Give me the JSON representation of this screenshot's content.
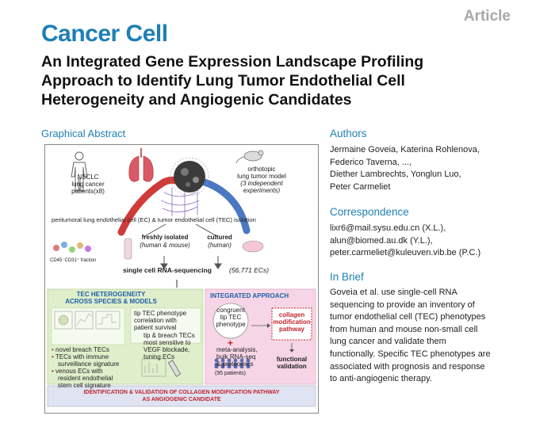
{
  "journal": "Cancer Cell",
  "article_type": "Article",
  "title_lines": [
    "An Integrated Gene Expression Landscape Profiling",
    "Approach to Identify Lung Tumor Endothelial Cell",
    "Heterogeneity and Angiogenic Candidates"
  ],
  "graphical_abstract": {
    "heading": "Graphical Abstract",
    "nsclc": [
      "NSCLC",
      "lung cancer",
      "patients(x8)"
    ],
    "orthotopic": [
      "orthotopic",
      "lung tumor model"
    ],
    "experiments": [
      "(3 independent",
      "experiments)"
    ],
    "isolation": "peritumoral lung endothelial cell (EC) & tumor endothelial cell (TEC) isolation",
    "freshly_isolated": "freshly isolated",
    "human_mouse": "(human & mouse)",
    "cultured": "cultured",
    "human": "(human)",
    "fraction": "CD45⁻CD31⁺ fraction",
    "sequencing": "single cell RNA-sequencing",
    "ec_count": "(56,771 ECs)",
    "tec_heterogeneity": [
      "TEC HETEROGENEITY",
      "ACROSS SPECIES & MODELS"
    ],
    "integrated": "INTEGRATED APPROACH",
    "tip_correlation": [
      "tip TEC phenotype",
      "correlation with",
      "patient survival"
    ],
    "bullets": [
      "novel breach TECs",
      "TECs with immune",
      "surveillance signature",
      "venous ECs with",
      "resident endothelial",
      "stem cell signature"
    ],
    "vegf": [
      "tip & breach TECs",
      "most sensitive to",
      "VEGF blockade,",
      "tuning ECs"
    ],
    "congruent": [
      "congruent",
      "tip TEC",
      "phenotype"
    ],
    "plus": "+",
    "meta": [
      "meta-analysis,",
      "bulk RNA-seq",
      "& proteomics"
    ],
    "patients95": "(95 patients)",
    "collagen": [
      "collagen",
      "modification",
      "pathway"
    ],
    "functional": [
      "functional",
      "validation"
    ],
    "identification": [
      "IDENTIFICATION & VALIDATION OF COLLAGEN MODIFICATION PATHWAY",
      "AS ANGIOGENIC CANDIDATE"
    ]
  },
  "authors": {
    "heading": "Authors",
    "lines": [
      "Jermaine Goveia, Katerina Rohlenova,",
      "Federico Taverna, ...,",
      "Diether Lambrechts, Yonglun Luo,",
      "Peter Carmeliet"
    ]
  },
  "correspondence": {
    "heading": "Correspondence",
    "lines": [
      "lixr6@mail.sysu.edu.cn (X.L.),",
      "alun@biomed.au.dk (Y.L.),",
      "peter.carmeliet@kuleuven.vib.be (P.C.)"
    ]
  },
  "in_brief": {
    "heading": "In Brief",
    "lines": [
      "Goveia et al. use single-cell RNA",
      "sequencing to provide an inventory of",
      "tumor endothelial cell (TEC) phenotypes",
      "from human and mouse non-small cell",
      "lung cancer and validate them",
      "functionally. Specific TEC phenotypes are",
      "associated with prognosis and response",
      "to anti-angiogenic therapy."
    ]
  },
  "colors": {
    "journal_blue": "#1e7fb5",
    "heading_blue": "#1f5fa8",
    "highlight_green": "#dfeecb",
    "highlight_pink": "#f6d6e6",
    "accent_red": "#c0232c",
    "gray": "#a8a8a8"
  }
}
